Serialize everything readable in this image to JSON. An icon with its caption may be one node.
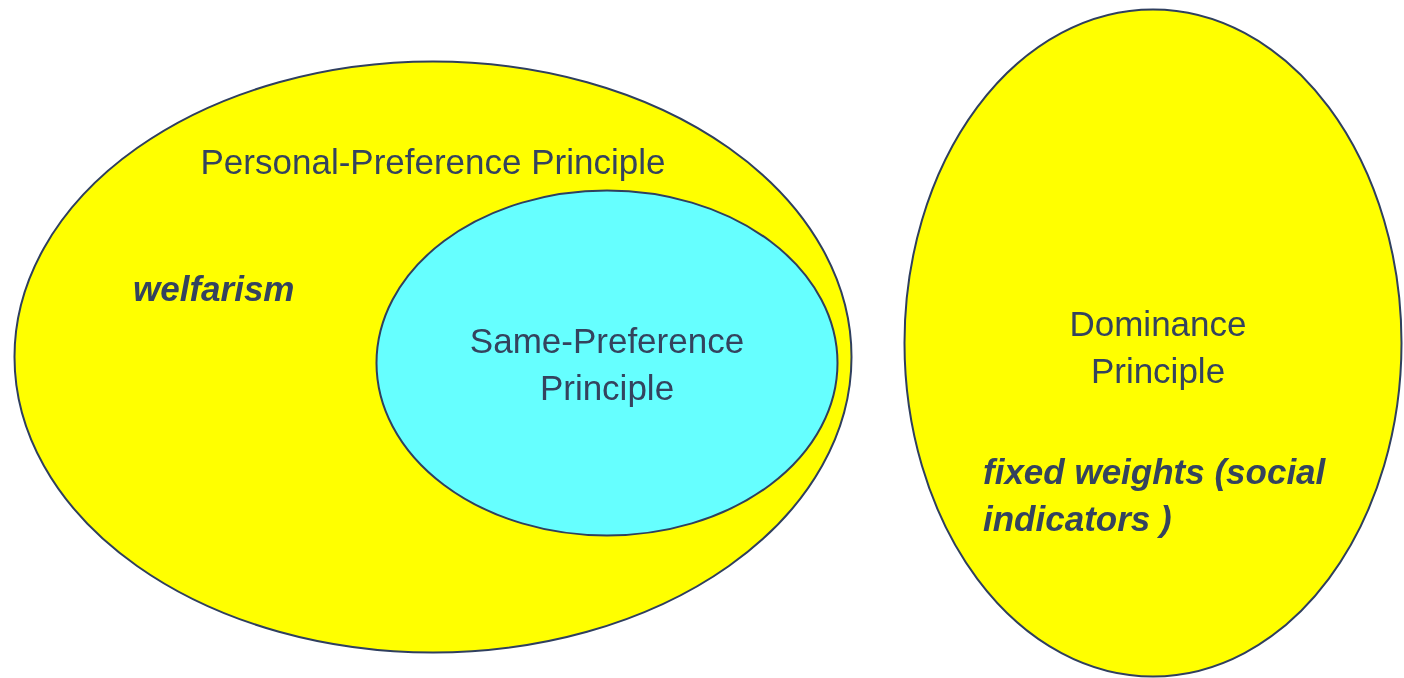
{
  "diagram": {
    "nodes": [
      {
        "text": [
          "Personal-Preference Principle",
          "welfarism"
        ]
      },
      {
        "text": [
          "Same-Preference Principle"
        ],
        "in": 0
      },
      {
        "text": [
          "Dominance Principle",
          "fixed weights (social indicators )"
        ]
      }
    ]
  }
}
